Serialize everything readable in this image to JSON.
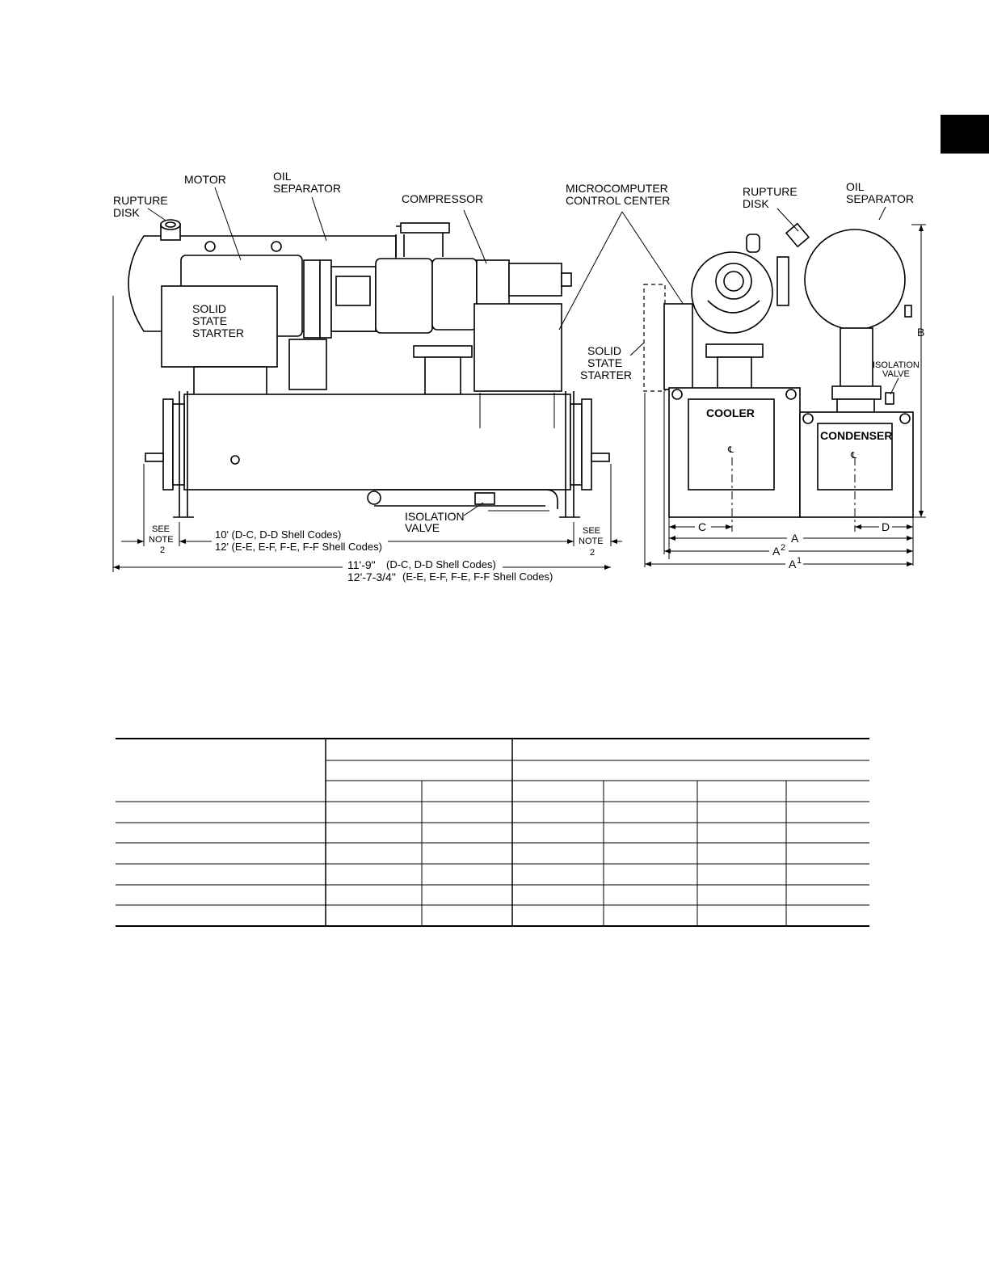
{
  "labels": {
    "rupture_disk_left": [
      "RUPTURE",
      "DISK"
    ],
    "motor": "MOTOR",
    "oil_separator_left": [
      "OIL",
      "SEPARATOR"
    ],
    "compressor": "COMPRESSOR",
    "microcomputer": [
      "MICROCOMPUTER",
      "CONTROL CENTER"
    ],
    "rupture_disk_right": [
      "RUPTURE",
      "DISK"
    ],
    "oil_separator_right": [
      "OIL",
      "SEPARATOR"
    ],
    "solid_state_starter_left": [
      "SOLID",
      "STATE",
      "STARTER"
    ],
    "solid_state_starter_right": [
      "SOLID",
      "STATE",
      "STARTER"
    ],
    "isolation_valve_left": [
      "ISOLATION",
      "VALVE"
    ],
    "isolation_valve_right": [
      "ISOLATION",
      "VALVE"
    ],
    "cooler": "COOLER",
    "condenser": "CONDENSER",
    "centerline": "℄",
    "see_note_left": [
      "SEE",
      "NOTE",
      "2"
    ],
    "see_note_right": [
      "SEE",
      "NOTE",
      "2"
    ]
  },
  "dimensions": {
    "tube_length_1": "10' (D-C, D-D Shell Codes)",
    "tube_length_2": "12' (E-E, E-F, F-E, F-F Shell Codes)",
    "overall_length_1_value": "11'-9\"",
    "overall_length_1_codes": "(D-C, D-D Shell Codes)",
    "overall_length_2_value": "12'-7-3/4\"",
    "overall_length_2_codes": "(E-E, E-F, F-E, F-F Shell Codes)",
    "C": "C",
    "D": "D",
    "A": "A",
    "A2": "A",
    "A2_sup": "2",
    "A1": "A",
    "A1_sup": "1",
    "B": "B"
  },
  "table": {
    "rows": 9
  }
}
